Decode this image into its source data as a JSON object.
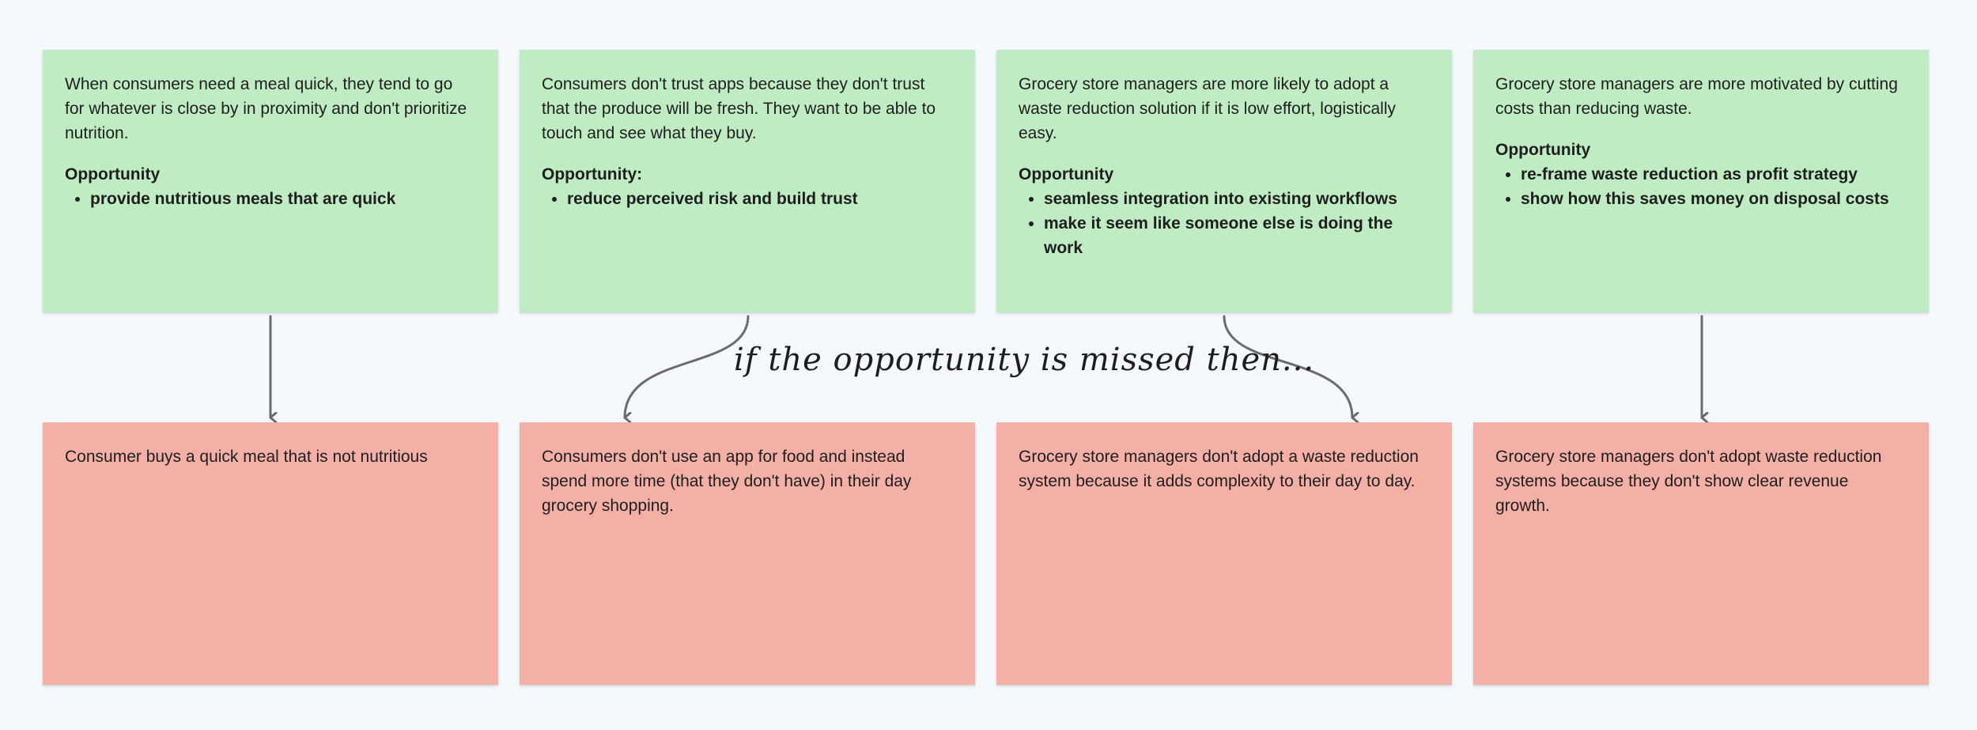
{
  "colors": {
    "background": "#f5f9fd",
    "insight_note": "#c0ecc3",
    "consequence_note": "#f4b0a6",
    "connector": "#6b6b6b"
  },
  "annotation": "if the opportunity is missed then...",
  "insights": [
    {
      "text": "When consumers need a meal quick, they tend to go for whatever is close by in proximity and don't prioritize nutrition.",
      "opportunity_title": "Opportunity",
      "opportunities": [
        "provide nutritious meals that are quick"
      ]
    },
    {
      "text": "Consumers don't trust apps because they don't trust that the produce will be fresh. They want to be able to touch and see what they buy.",
      "opportunity_title": "Opportunity:",
      "opportunities": [
        "reduce perceived risk and build trust"
      ]
    },
    {
      "text": "Grocery store managers are more likely to adopt a waste reduction solution if it is low effort, logistically easy.",
      "opportunity_title": "Opportunity",
      "opportunities": [
        "seamless integration into existing workflows",
        "make it seem like someone else is doing the work"
      ]
    },
    {
      "text": "Grocery store managers are more motivated by cutting costs than reducing waste.",
      "opportunity_title": "Opportunity",
      "opportunities": [
        "re-frame waste reduction as profit strategy",
        "show how this saves money on disposal costs"
      ]
    }
  ],
  "consequences": [
    {
      "text": "Consumer buys a quick meal that is not nutritious"
    },
    {
      "text": "Consumers don't use an app for food and instead spend more time (that they don't have) in their day grocery shopping."
    },
    {
      "text": "Grocery store managers don't adopt a waste reduction system because it adds complexity to their day to day."
    },
    {
      "text": "Grocery store managers don't adopt waste reduction systems because they don't show clear revenue growth."
    }
  ]
}
